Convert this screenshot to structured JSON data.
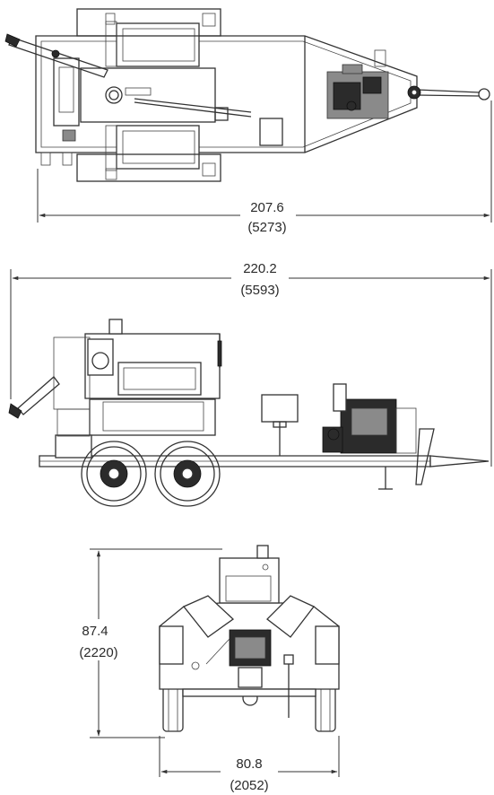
{
  "views": {
    "top": {
      "length_in": "207.6",
      "length_mm": "(5273)"
    },
    "side": {
      "length_in": "220.2",
      "length_mm": "(5593)"
    },
    "rear": {
      "height_in": "87.4",
      "height_mm": "(2220)",
      "width_in": "80.8",
      "width_mm": "(2052)"
    }
  },
  "colors": {
    "line": "#333333",
    "background": "#ffffff"
  }
}
